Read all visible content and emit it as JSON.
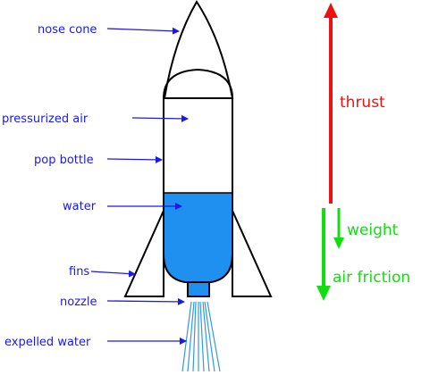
{
  "labels": {
    "nose_cone": "nose cone",
    "pressurized_air": "pressurized air",
    "pop_bottle": "pop bottle",
    "water": "water",
    "fins": "fins",
    "nozzle": "nozzle",
    "expelled_water": "expelled water"
  },
  "forces": {
    "thrust": "thrust",
    "weight": "weight",
    "air_friction": "air friction"
  },
  "colors": {
    "label_blue": "#1a1ae6",
    "water_fill": "#1f8ff0",
    "thrust_red": "#ee1111",
    "force_green": "#11dd11",
    "spray_blue": "#3399dd",
    "outline": "#000000"
  }
}
